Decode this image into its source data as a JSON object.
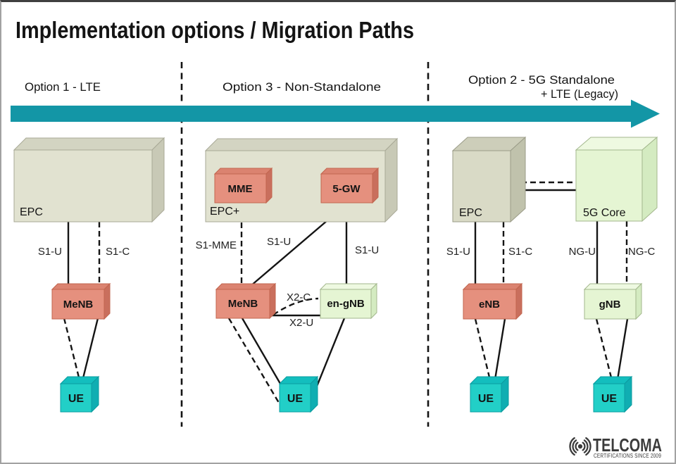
{
  "title": "Implementation options / Migration Paths",
  "sections": {
    "option1": {
      "label": "Option 1 - LTE"
    },
    "option3": {
      "label": "Option 3 - Non-Standalone"
    },
    "option2": {
      "label_line1": "Option 2 - 5G Standalone",
      "label_line2": "+ LTE (Legacy)"
    }
  },
  "option1": {
    "core_label": "EPC",
    "link_s1u": "S1-U",
    "link_s1c": "S1-C",
    "node_label": "MeNB",
    "ue_label": "UE"
  },
  "option3": {
    "core_label": "EPC+",
    "mme_label": "MME",
    "gw_label": "5-GW",
    "link_s1mme": "S1-MME",
    "link_s1u_diag": "S1-U",
    "link_s1u_vert": "S1-U",
    "menb_label": "MeNB",
    "engnb_label": "en-gNB",
    "link_x2c": "X2-C",
    "link_x2u": "X2-U",
    "ue_label": "UE"
  },
  "option2": {
    "epc_label": "EPC",
    "core_label": "5G Core",
    "link_s1u": "S1-U",
    "link_s1c": "S1-C",
    "link_ngu": "NG-U",
    "link_ngc": "NG-C",
    "enb_label": "eNB",
    "gnb_label": "gNB",
    "ue1_label": "UE",
    "ue2_label": "UE"
  },
  "logo": {
    "brand": "TELCOMA",
    "tagline": "CERTIFICATIONS SINCE 2009"
  },
  "colors": {
    "ink": "#141414",
    "arrow": "#1396A6",
    "slab_front": "#E1E2D0",
    "slab_top": "#D3D4C2",
    "slab_side": "#C8C9B6",
    "slab_stroke": "#A8A996",
    "cube_front": "#D9DAC6",
    "cube_top": "#CDCEBA",
    "cube_side": "#C0C2AC",
    "cube_stroke": "#9B9C88",
    "green_front": "#E5F5D3",
    "green_top": "#EEF9E1",
    "green_side": "#D4EBC1",
    "green_stroke": "#A3B78D",
    "salmon_front": "#E5907E",
    "salmon_top": "#DB8370",
    "salmon_side": "#C96F5D",
    "salmon_stroke": "#C2664F",
    "ue_front": "#22CFC7",
    "ue_top": "#13BEBE",
    "ue_side": "#10AEB2",
    "ue_stroke": "#0B9CA0",
    "logo": "#3B3B3B"
  }
}
